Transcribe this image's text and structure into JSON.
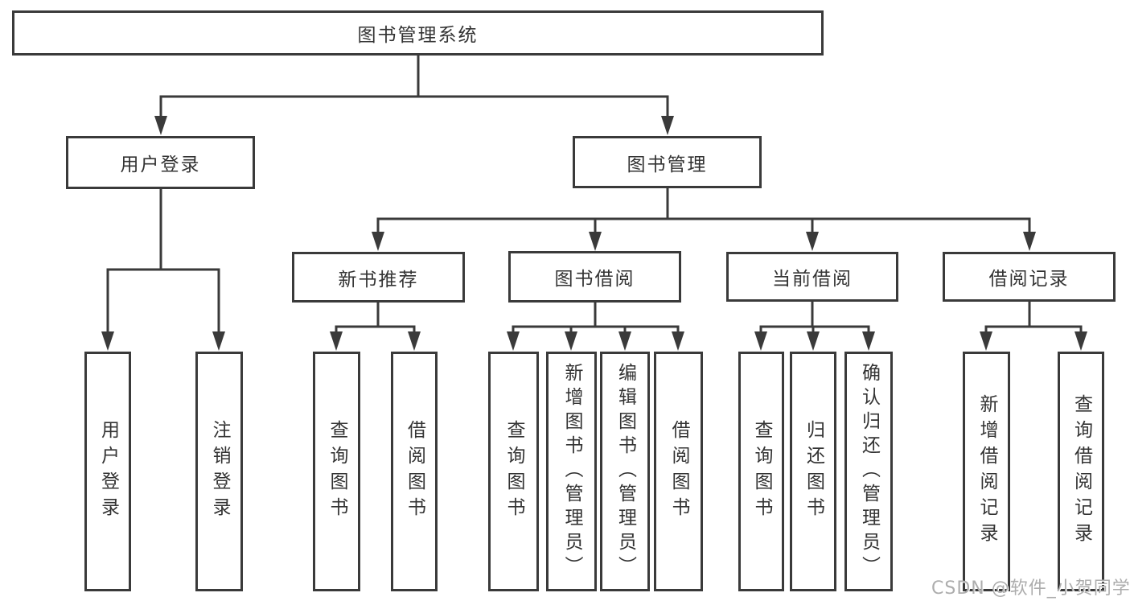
{
  "colors": {
    "line": "#3a3a3a",
    "text": "#333333",
    "background": "#ffffff",
    "watermark": "#adadad"
  },
  "tree": {
    "root": {
      "label": "图书管理系统"
    },
    "branches": [
      {
        "label": "用户登录",
        "children": [
          {
            "label": "用户登录"
          },
          {
            "label": "注销登录"
          }
        ]
      },
      {
        "label": "图书管理",
        "children": [
          {
            "label": "新书推荐",
            "children": [
              {
                "label": "查询图书"
              },
              {
                "label": "借阅图书"
              }
            ]
          },
          {
            "label": "图书借阅",
            "children": [
              {
                "label": "查询图书"
              },
              {
                "label": "新增图书（管理员）"
              },
              {
                "label": "编辑图书（管理员）"
              },
              {
                "label": "借阅图书"
              }
            ]
          },
          {
            "label": "当前借阅",
            "children": [
              {
                "label": "查询图书"
              },
              {
                "label": "归还图书"
              },
              {
                "label": "确认归还（管理员）"
              }
            ]
          },
          {
            "label": "借阅记录",
            "children": [
              {
                "label": "新增借阅记录"
              },
              {
                "label": "查询借阅记录"
              }
            ]
          }
        ]
      }
    ]
  },
  "watermark": "CSDN @软件_小贺同学"
}
